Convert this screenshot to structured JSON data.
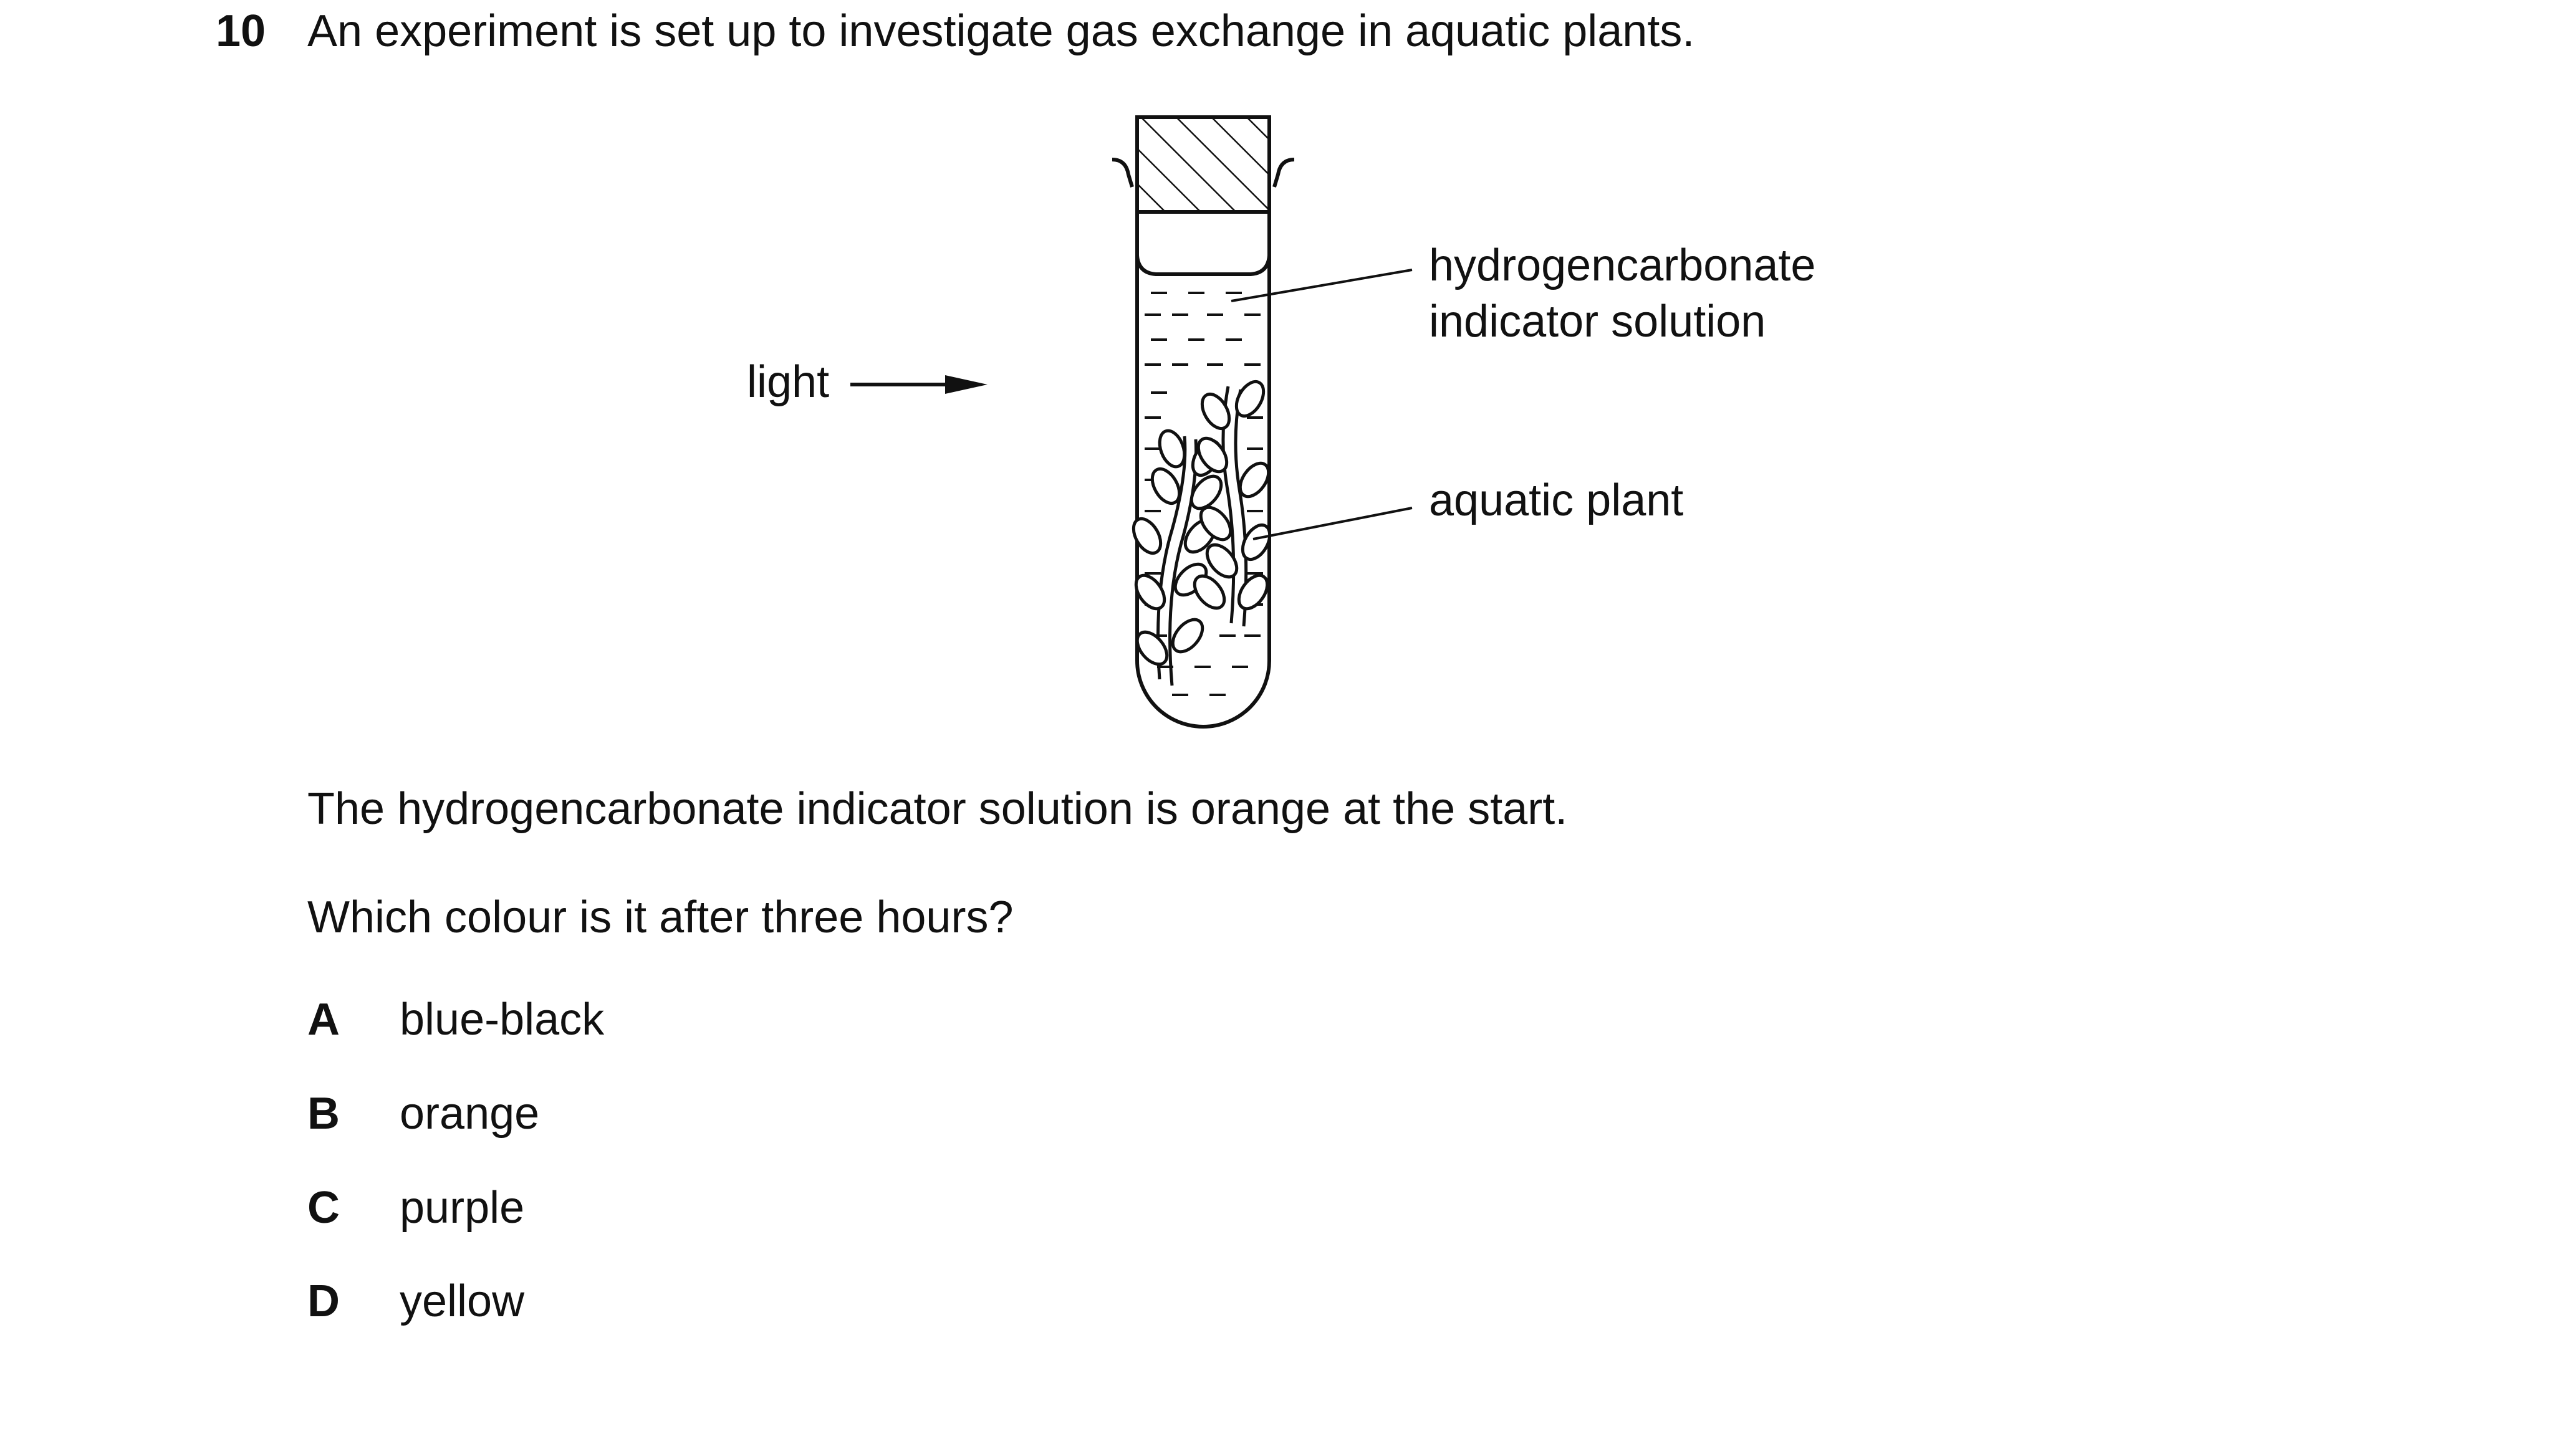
{
  "question": {
    "number": "10",
    "stem": "An experiment is set up to investigate gas exchange in aquatic plants."
  },
  "diagram": {
    "labels": {
      "light": "light",
      "indicator_line1": "hydrogencarbonate",
      "indicator_line2": "indicator solution",
      "plant": "aquatic plant"
    }
  },
  "statement": "The hydrogencarbonate indicator solution is orange at the start.",
  "prompt": "Which colour is it after three hours?",
  "options": [
    {
      "letter": "A",
      "text": "blue-black"
    },
    {
      "letter": "B",
      "text": "orange"
    },
    {
      "letter": "C",
      "text": "purple"
    },
    {
      "letter": "D",
      "text": "yellow"
    }
  ]
}
